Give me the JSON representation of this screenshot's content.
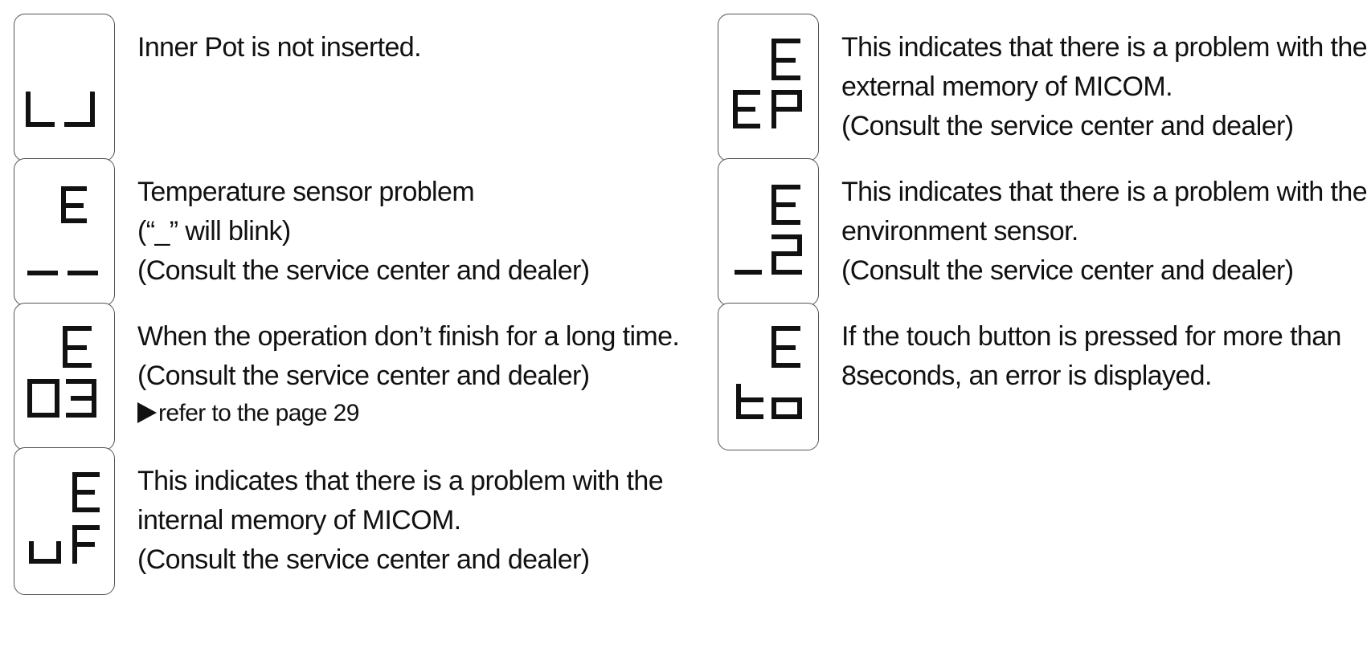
{
  "errors": [
    {
      "code_icon": "inner-pot-display-icon",
      "lines": [
        "Inner Pot is not inserted."
      ]
    },
    {
      "code_icon": "temperature-sensor-display-icon",
      "lines": [
        "Temperature sensor problem",
        "(“_” will blink)",
        "(Consult the service center and dealer)"
      ]
    },
    {
      "code_icon": "e03-display-icon",
      "lines": [
        "When the operation don’t finish for a long time.",
        "(Consult the service center and dealer)"
      ],
      "reference": "refer to the page 29"
    },
    {
      "code_icon": "euf-display-icon",
      "lines": [
        "This indicates that there is a problem with the",
        "internal memory of MICOM.",
        "(Consult the service center and dealer)"
      ]
    },
    {
      "code_icon": "eep-display-icon",
      "lines": [
        "This indicates that there is a problem with the",
        "external memory of MICOM.",
        "(Consult the service center and dealer)"
      ]
    },
    {
      "code_icon": "ee-display-icon",
      "lines": [
        "This indicates that there is a problem with the",
        "environment sensor.",
        "(Consult the service center and dealer)"
      ]
    },
    {
      "code_icon": "eto-display-icon",
      "lines": [
        "If the touch button is pressed for more than",
        "8seconds, an error is displayed."
      ]
    }
  ]
}
